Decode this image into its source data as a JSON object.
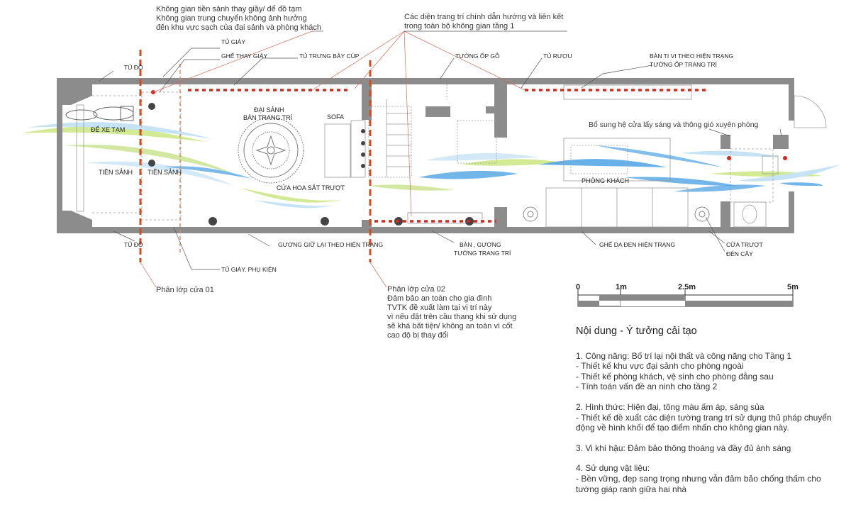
{
  "top_notes": {
    "lobby_note": [
      "Không gian tiền sảnh thay giầy/ để đồ tạm",
      "Không gian trung chuyển không ảnh hưởng",
      "đến khu vực sạch của đại sảnh và phòng khách"
    ],
    "walls_note": [
      "Các diện trang trí chính dẫn hướng và liên kết",
      "trong toàn bộ không gian tầng 1"
    ]
  },
  "callouts_top": {
    "tu_giay": "TỦ GIÀY",
    "ghe_thay_giay": "GHẾ THAY GIÀY",
    "tu_trung_bay_cup": "TỦ TRƯNG BÀY CÚP",
    "tu_do_top": "TỦ ĐỒ",
    "tuong_op_go": "TƯỜNG ỐP GỖ",
    "tu_ruou": "TỦ RƯỢU",
    "ban_ti_vi": "BÀN TI VI THEO HIỆN TRẠNG",
    "tuong_op_trang_tri": "TƯỜNG ỐP TRANG TRÍ",
    "bo_sung": "Bổ sung hệ cửa lấy sáng và thông gió xuyên phòng"
  },
  "rooms": {
    "de_xe_tam": "ĐỂ XE TẠM",
    "tien_sanh_1": "TIỀN SẢNH",
    "tien_sanh_2": "TIỀN SẢNH",
    "dai_sanh": "ĐẠI SẢNH",
    "ban_trang_tri": "BÀN TRANG TRÍ",
    "sofa": "SOFA",
    "cua_hoa_sat_truot": "CỬA HOA SẮT TRƯỢT",
    "phong_khach": "PHÒNG KHÁCH"
  },
  "callouts_bottom": {
    "tu_do_bottom": "TỦ ĐỒ",
    "guong": "GƯƠNG GIỮ LẠI THEO HIỆN TRẠNG",
    "ban_guong": "BÀN , GƯƠNG",
    "tuong_trang_tri": "TƯỜNG TRANG TRÍ",
    "ghe_da_den": "GHẾ DA ĐEN HIỆN TRẠNG",
    "cua_truot": "CỬA TRƯỢT",
    "den_cay": "ĐÈN CÂY",
    "tu_giay_phu_kien": "TỦ GIÀY, PHỤ KIỆN"
  },
  "layer_notes": {
    "layer1": "Phân lớp cửa 01",
    "layer2": [
      "Phân lớp cửa 02",
      "Đảm bảo an toàn cho gia đình",
      "TVTK đề xuất làm tại vị trí này",
      "vì nếu đặt trên cầu thang khi sử dụng",
      "sẽ khá bất tiện/ không an toàn vì cốt",
      "cao độ bị thay đổi"
    ]
  },
  "scale": {
    "t0": "0",
    "t1": "1m",
    "t2": "2.5m",
    "t3": "5m"
  },
  "content": {
    "heading": "Nội dung - Ý tưởng cải tạo",
    "sec1": [
      "1. Công năng: Bố trí lại nội thất và công năng cho Tầng 1",
      "- Thiết kế khu vực đại sảnh cho phòng ngoài",
      "- Thiết kế phòng khách, vệ sinh cho phòng đằng sau",
      "- Tính toán vấn đề an ninh cho tầng 2"
    ],
    "sec2": [
      "2. Hình thức: Hiện đại, tông màu ấm áp, sáng sủa",
      "- Thiết kế đề xuất các diện tường trang trí sử dụng thủ pháp chuyển động về hình khối để tạo điểm nhấn cho không gian này."
    ],
    "sec3": "3. Vi khí hậu: Đảm bảo thông thoáng và đầy đủ ánh sáng",
    "sec4": [
      "4. Sử dụng vật liệu:",
      "- Bền vững, đẹp sang trọng nhưng vẫn đảm bảo chống thấm cho tường giáp ranh giữa hai nhà"
    ]
  },
  "colors": {
    "wall": "#8a8a8a",
    "accent": "#d64a1e",
    "dots": "#d42a1e",
    "airflow_blue": "#3b98e0",
    "airflow_green": "#b8dc6a"
  }
}
